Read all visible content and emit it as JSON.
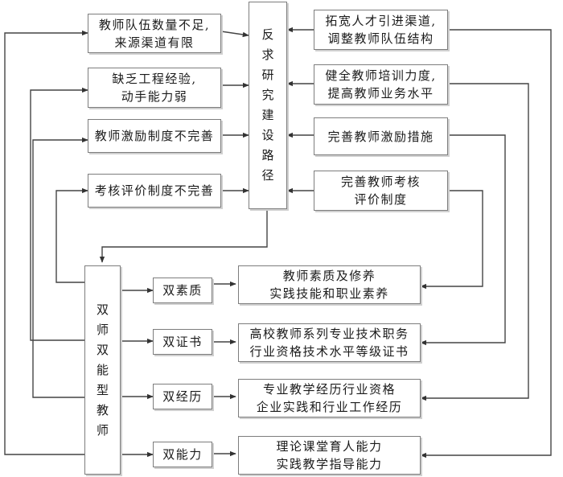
{
  "center": {
    "chars": [
      "反",
      "求",
      "研",
      "究",
      "建",
      "设",
      "路",
      "径"
    ]
  },
  "problems": [
    {
      "lines": [
        "教师队伍数量不足,",
        "来源渠道有限"
      ]
    },
    {
      "lines": [
        "缺乏工程经验,",
        "动手能力弱"
      ]
    },
    {
      "lines": [
        "教师激励制度不完善"
      ]
    },
    {
      "lines": [
        "考核评价制度不完善"
      ]
    }
  ],
  "measures": [
    {
      "lines": [
        "拓宽人才引进渠道,",
        "调整教师队伍结构"
      ]
    },
    {
      "lines": [
        "健全教师培训力度,",
        "提高教师业务水平"
      ]
    },
    {
      "lines": [
        "完善教师激励措施"
      ]
    },
    {
      "lines": [
        "完善教师考核",
        "评价制度"
      ]
    }
  ],
  "teacher": {
    "chars": [
      "双",
      "师",
      "双",
      "能",
      "型",
      "教",
      "师"
    ]
  },
  "aspects": [
    {
      "label": "双素质"
    },
    {
      "label": "双证书"
    },
    {
      "label": "双经历"
    },
    {
      "label": "双能力"
    }
  ],
  "details": [
    {
      "lines": [
        "教师素质及修养",
        "实践技能和职业素养"
      ]
    },
    {
      "lines": [
        "高校教师系列专业技术职务",
        "行业资格技术水平等级证书"
      ]
    },
    {
      "lines": [
        "专业教学经历行业资格",
        "企业实践和行业工作经历"
      ]
    },
    {
      "lines": [
        "理论课堂育人能力",
        "实践教学指导能力"
      ]
    }
  ]
}
